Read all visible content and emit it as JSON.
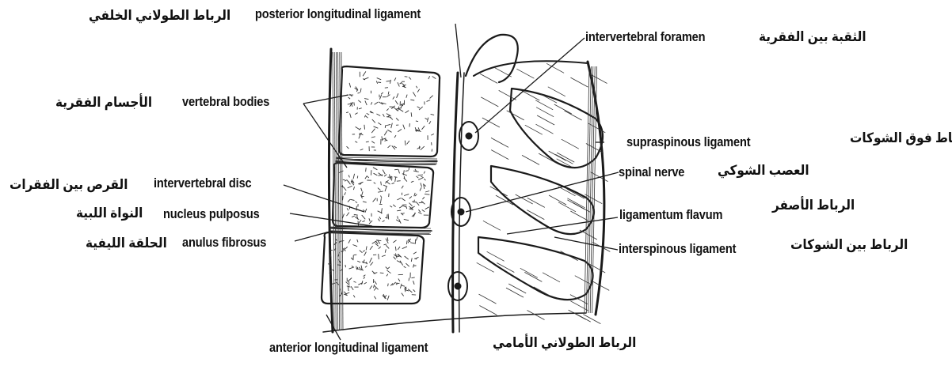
{
  "labels": {
    "posterior_longitudinal_ligament": {
      "en": "posterior longitudinal ligament",
      "ar": "الرباط الطولاني الخلفي"
    },
    "intervertebral_foramen": {
      "en": "intervertebral foramen",
      "ar": "الثقبة بين الفقرية"
    },
    "vertebral_bodies": {
      "en": "vertebral bodies",
      "ar": "الأجسام الفقرية"
    },
    "supraspinous_ligament": {
      "en": "supraspinous ligament",
      "ar": "الرباط فوق الشوكات"
    },
    "intervertebral_disc": {
      "en": "intervertebral disc",
      "ar": "القرص بين الفقرات"
    },
    "spinal_nerve": {
      "en": "spinal nerve",
      "ar": "العصب الشوكي"
    },
    "nucleus_pulposus": {
      "en": "nucleus pulposus",
      "ar": "النواة اللبية"
    },
    "ligamentum_flavum": {
      "en": "ligamentum flavum",
      "ar": "الرباط الأصفر"
    },
    "anulus_fibrosus": {
      "en": "anulus fibrosus",
      "ar": "الحلقة الليفية"
    },
    "interspinous_ligament": {
      "en": "interspinous ligament",
      "ar": "الرباط بين الشوكات"
    },
    "anterior_longitudinal_ligament": {
      "en": "anterior longitudinal ligament",
      "ar": "الرباط الطولاني الأمامي"
    }
  },
  "colors": {
    "ink": "#1a1a1a",
    "background": "#ffffff"
  }
}
